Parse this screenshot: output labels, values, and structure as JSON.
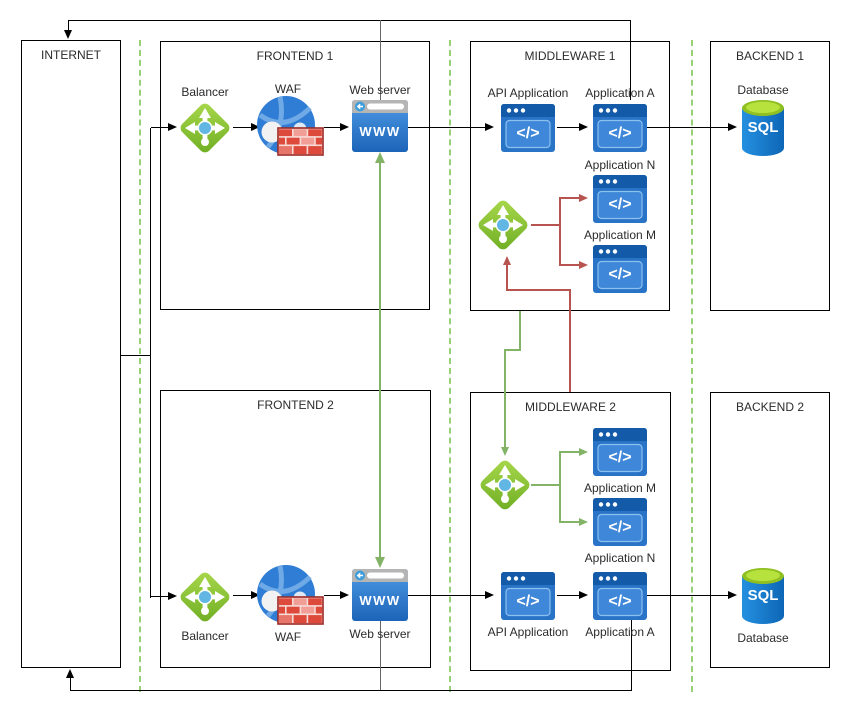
{
  "diagram": {
    "zones": {
      "internet": {
        "title": "INTERNET"
      },
      "frontend1": {
        "title": "FRONTEND 1",
        "balancer": "Balancer",
        "waf": "WAF",
        "webserver": "Web server"
      },
      "middleware1": {
        "title": "MIDDLEWARE 1",
        "api": "API Application",
        "app_a": "Application A",
        "app_n": "Application N",
        "app_m": "Application M"
      },
      "backend1": {
        "title": "BACKEND 1",
        "database": "Database"
      },
      "frontend2": {
        "title": "FRONTEND 2",
        "balancer": "Balancer",
        "waf": "WAF",
        "webserver": "Web server"
      },
      "middleware2": {
        "title": "MIDDLEWARE 2",
        "api": "API Application",
        "app_a": "Application A",
        "app_n": "Application N",
        "app_m": "Application M"
      },
      "backend2": {
        "title": "BACKEND 2",
        "database": "Database"
      }
    },
    "icon_text": {
      "www": "WWW",
      "sql": "SQL",
      "code": "</>"
    },
    "colors": {
      "flow_line": "#000000",
      "webserver_return_line": "#666666",
      "sync_green": "#82B366",
      "failover_red": "#B85450",
      "zone_separator": "#97D077"
    }
  }
}
